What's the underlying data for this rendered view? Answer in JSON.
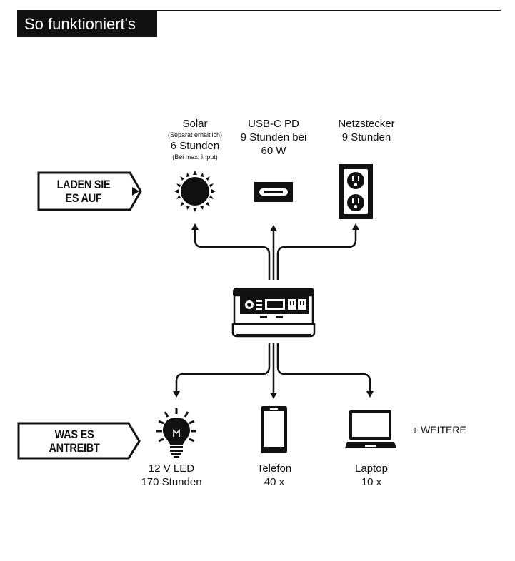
{
  "header": {
    "title": "So funktioniert's"
  },
  "charge_tag": {
    "line1": "LADEN SIE",
    "line2": "ES AUF"
  },
  "power_tag": {
    "line1": "WAS ES",
    "line2": "ANTREIBT"
  },
  "inputs": {
    "solar": {
      "name": "Solar",
      "note1": "(Separat erhältlich)",
      "duration": "6 Stunden",
      "note2": "(Bei max. Input)"
    },
    "usbc": {
      "name": "USB-C PD",
      "duration": "9 Stunden bei",
      "power": "60 W"
    },
    "wall": {
      "name": "Netzstecker",
      "duration": "9 Stunden"
    }
  },
  "outputs": {
    "led": {
      "name": "12 V LED",
      "duration": "170 Stunden"
    },
    "phone": {
      "name": "Telefon",
      "count": "40 x"
    },
    "laptop": {
      "name": "Laptop",
      "count": "10 x"
    }
  },
  "more_label": "+ WEITERE",
  "icons": {
    "sun": "sun-icon",
    "usbc": "usb-c-port-icon",
    "outlet": "wall-outlet-icon",
    "station": "power-station-icon",
    "bulb": "light-bulb-icon",
    "phone": "smartphone-icon",
    "laptop": "laptop-icon"
  },
  "colors": {
    "ink": "#111111",
    "background": "#ffffff"
  }
}
